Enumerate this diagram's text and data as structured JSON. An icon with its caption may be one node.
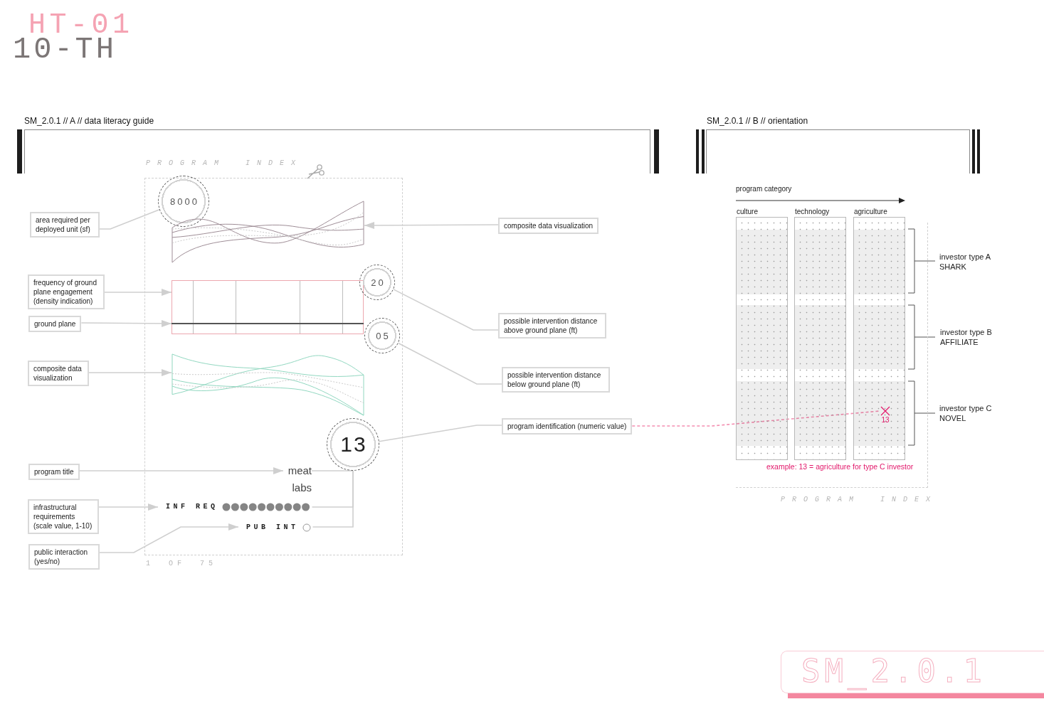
{
  "diagram": {
    "title": "HT-01",
    "nodes": [
      {
        "text": [
          "PROGRAM INDEX"
        ],
        "beside": [
          "1 OF 75"
        ]
      },
      {
        "text": [
          "8000"
        ],
        "in": 0
      },
      {
        "text": [],
        "shape": "picture",
        "in": 0
      },
      {
        "text": [],
        "shape": "box",
        "in": 0
      },
      {
        "text": [],
        "shape": "bar",
        "in": 3
      },
      {
        "text": [
          "20"
        ],
        "in": 0
      },
      {
        "text": [
          "05"
        ],
        "in": 0
      },
      {
        "text": [],
        "shape": "picture",
        "in": 0
      },
      {
        "text": [
          "13"
        ],
        "in": 0
      },
      {
        "text": [
          "meat labs"
        ],
        "in": 0
      },
      {
        "text": [
          "INF REQ"
        ],
        "in": 0
      },
      {
        "text": [
          "PUB INT"
        ],
        "in": 0
      },
      {
        "text": [
          "area required per deployed unit (sf)"
        ]
      },
      {
        "text": [
          "frequency of ground plane engagement (density indication)"
        ]
      },
      {
        "text": [
          "ground plane"
        ]
      },
      {
        "text": [
          "composite data visualization"
        ]
      },
      {
        "text": [
          "program title"
        ]
      },
      {
        "text": [
          "infrastructural requirements (scale value, 1-10)"
        ]
      },
      {
        "text": [
          "public interaction (yes/no)"
        ]
      },
      {
        "text": [
          "composite data visualization"
        ]
      },
      {
        "text": [
          "possible intervention distance above ground plane (ft)"
        ]
      },
      {
        "text": [
          "possible intervention distance below ground plane (ft)"
        ]
      },
      {
        "text": [
          "program identification (numeric value)"
        ]
      },
      {
        "text": [
          "PROGRAM INDEX"
        ]
      },
      {
        "text": [
          "culture"
        ],
        "in": 23
      },
      {
        "text": [
          "technology"
        ],
        "in": 23
      },
      {
        "text": [
          "agriculture"
        ],
        "in": 23
      },
      {
        "text": [
          "13"
        ],
        "in": 26
      }
    ],
    "edges": [
      {
        "from": 12,
        "to": 1,
        "arrow": "none"
      },
      {
        "from": 19,
        "to": 2,
        "arrow": "to"
      },
      {
        "from": 13,
        "to": 3,
        "arrow": "to"
      },
      {
        "from": 14,
        "to": 4,
        "arrow": "to"
      },
      {
        "from": 15,
        "to": 7,
        "arrow": "to"
      },
      {
        "from": 20,
        "to": 5,
        "arrow": "none"
      },
      {
        "from": 21,
        "to": 6,
        "arrow": "none"
      },
      {
        "from": 22,
        "to": 8,
        "arrow": "none"
      },
      {
        "from": 16,
        "to": 9,
        "arrow": "to"
      },
      {
        "from": 17,
        "to": 10,
        "arrow": "to"
      },
      {
        "from": 18,
        "to": 11,
        "arrow": "to"
      },
      {
        "from": 8,
        "to": 9,
        "arrow": "none"
      },
      {
        "from": 8,
        "to": 10,
        "arrow": "none"
      },
      {
        "from": 8,
        "to": 11,
        "arrow": "none"
      },
      {
        "from": 22,
        "to": 27,
        "arrow": "none",
        "style": "dashed",
        "color": "#f48fb1"
      }
    ],
    "labels": [
      "10-TH",
      "SM_2.0.1 // A // data literacy guide",
      "SM_2.0.1 // B // orientation",
      "program category",
      "investor type A SHARK",
      "investor type B AFFILIATE",
      "investor type C NOVEL",
      "example: 13 = agriculture for type C investor",
      "SM_2.0.1"
    ]
  }
}
